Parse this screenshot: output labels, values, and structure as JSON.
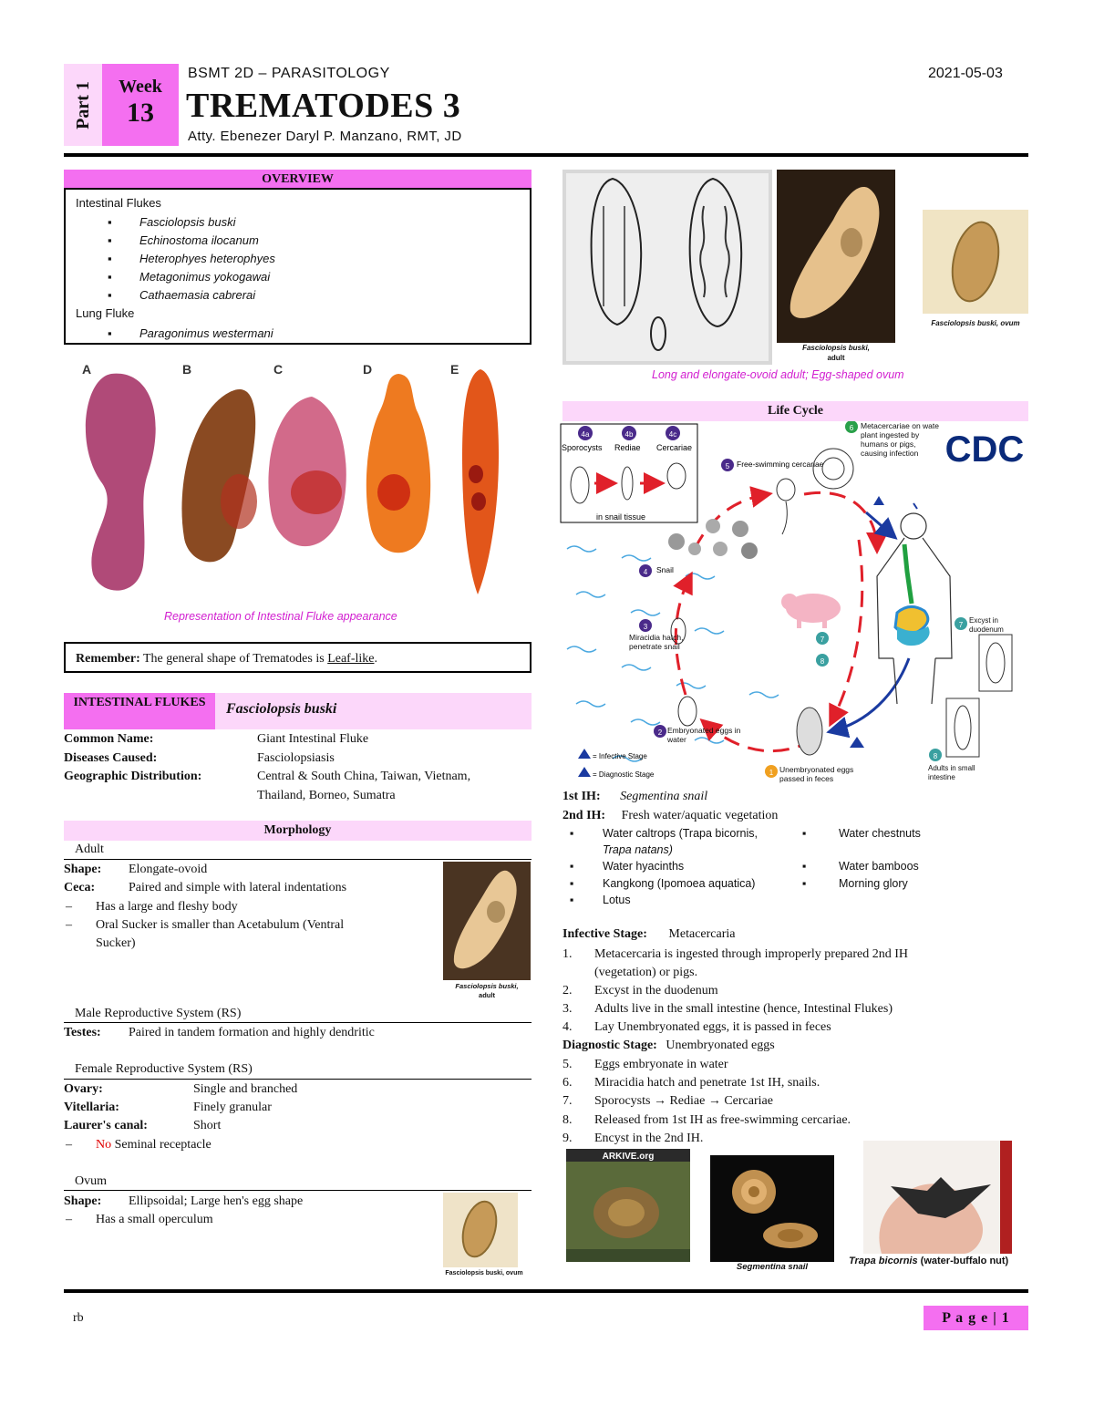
{
  "header": {
    "part": "Part 1",
    "week_label": "Week",
    "week_num": "13",
    "course": "BSMT 2D – PARASITOLOGY",
    "date": "2021-05-03",
    "title": "TREMATODES 3",
    "author": "Atty. Ebenezer Daryl P. Manzano, RMT, JD"
  },
  "overview": {
    "heading": "OVERVIEW",
    "group1": "Intestinal Flukes",
    "items1": [
      "Fasciolopsis buski",
      "Echinostoma ilocanum",
      "Heterophyes heterophyes",
      "Metagonimus yokogawai",
      "Cathaemasia cabrerai"
    ],
    "group2": "Lung Fluke",
    "items2": [
      "Paragonimus westermani"
    ]
  },
  "flukes_figure": {
    "labels": [
      "A",
      "B",
      "C",
      "D",
      "E"
    ],
    "caption": "Representation of Intestinal Fluke appearance"
  },
  "remember": {
    "label": "Remember:",
    "text": "The general shape of Trematodes is",
    "emph": "Leaf-like",
    "end": "."
  },
  "species": {
    "category": "INTESTINAL FLUKES",
    "name": "Fasciolopsis buski",
    "rows": [
      {
        "label": "Common Name:",
        "value": "Giant Intestinal Fluke"
      },
      {
        "label": "Diseases Caused:",
        "value": "Fasciolopsiasis"
      },
      {
        "label": "Geographic Distribution:",
        "value": "Central & South China, Taiwan, Vietnam,"
      },
      {
        "label": "",
        "value": "Thailand, Borneo, Sumatra"
      }
    ]
  },
  "morphology": {
    "heading": "Morphology",
    "adult_heading": "Adult",
    "shape_label": "Shape:",
    "shape_value": "Elongate-ovoid",
    "ceca_label": "Ceca:",
    "ceca_value": "Paired and simple with lateral indentations",
    "bullets": [
      "Has a large and fleshy body",
      "Oral Sucker is smaller than Acetabulum (Ventral",
      "Sucker)"
    ],
    "adult_img_caption_1": "Fasciolopsis buski,",
    "adult_img_caption_2": "adult",
    "male_heading": "Male Reproductive System (RS)",
    "testes_label": "Testes:",
    "testes_value": "Paired in tandem formation and highly dendritic",
    "female_heading": "Female Reproductive System (RS)",
    "female_rows": [
      {
        "label": "Ovary:",
        "value": "Single and branched"
      },
      {
        "label": "Vitellaria:",
        "value": "Finely granular"
      },
      {
        "label": "Laurer's canal:",
        "value": "Short"
      }
    ],
    "no_word": "No",
    "no_rest": "Seminal receptacle",
    "ovum_heading": "Ovum",
    "ovum_shape_label": "Shape:",
    "ovum_shape_value": "Ellipsoidal; Large hen's egg shape",
    "ovum_bullet": "Has a small operculum",
    "ovum_img_caption": "Fasciolopsis buski, ovum"
  },
  "top_right": {
    "adult_caption_1": "Fasciolopsis buski,",
    "adult_caption_2": "adult",
    "ovum_caption": "Fasciolopsis buski, ovum",
    "figure_caption": "Long and elongate-ovoid adult; Egg-shaped ovum"
  },
  "life_cycle": {
    "heading": "Life Cycle",
    "cdc": "CDC",
    "labels": {
      "n4a": "4a",
      "n4b": "4b",
      "n4c": "4c",
      "sporocysts": "Sporocysts",
      "rediae": "Rediae",
      "cercariae": "Cercariae",
      "in_snail": "in snail tissue",
      "free_swim": "Free-swimming cercariae",
      "meta": "Metacercariae on water plant ingested by humans or pigs, causing infection",
      "snail": "Snail",
      "miracidia": "Miracidia hatch, penetrate snail",
      "embryonated": "Embryonated eggs in water",
      "unembryonated": "Unembryonated eggs passed in feces",
      "excyst": "Excyst in duodenum",
      "adults": "Adults in small intestine",
      "infective": "= Infective Stage",
      "diagnostic": "= Diagnostic Stage"
    }
  },
  "hosts": {
    "ih1_label": "1st IH:",
    "ih1_value": "Segmentina snail",
    "ih2_label": "2nd IH:",
    "ih2_value": "Fresh water/aquatic vegetation",
    "left_list": [
      "Water caltrops (Trapa bicornis,",
      "Trapa natans)",
      "Water hyacinths",
      "Kangkong (Ipomoea aquatica)",
      "Lotus"
    ],
    "right_list": [
      "Water chestnuts",
      "Water bamboos",
      "Morning glory"
    ]
  },
  "stages": {
    "infective_label": "Infective Stage:",
    "infective_value": "Metacercaria",
    "steps": [
      "Metacercaria is ingested through improperly prepared 2nd IH",
      "(vegetation) or pigs.",
      "Excyst in the duodenum",
      "Adults live in the small intestine (hence, Intestinal Flukes)",
      "Lay Unembryonated eggs, it is passed in feces"
    ],
    "diagnostic_label": "Diagnostic Stage:",
    "diagnostic_value": "Unembryonated eggs",
    "steps2": [
      "Eggs embryonate in water",
      "Miracidia hatch and penetrate 1st IH, snails.",
      "Sporocysts → Rediae → Cercariae",
      "Released from 1st IH as free-swimming cercariae.",
      "Encyst in the 2nd IH."
    ]
  },
  "bottom_images": {
    "arkive": "ARKIVE.org",
    "snail_caption": "Segmentina snail",
    "nut_caption_i": "Trapa bicornis",
    "nut_caption_rest": "(water-buffalo nut)"
  },
  "footer": {
    "left": "rb",
    "page": "P a g e | 1"
  }
}
